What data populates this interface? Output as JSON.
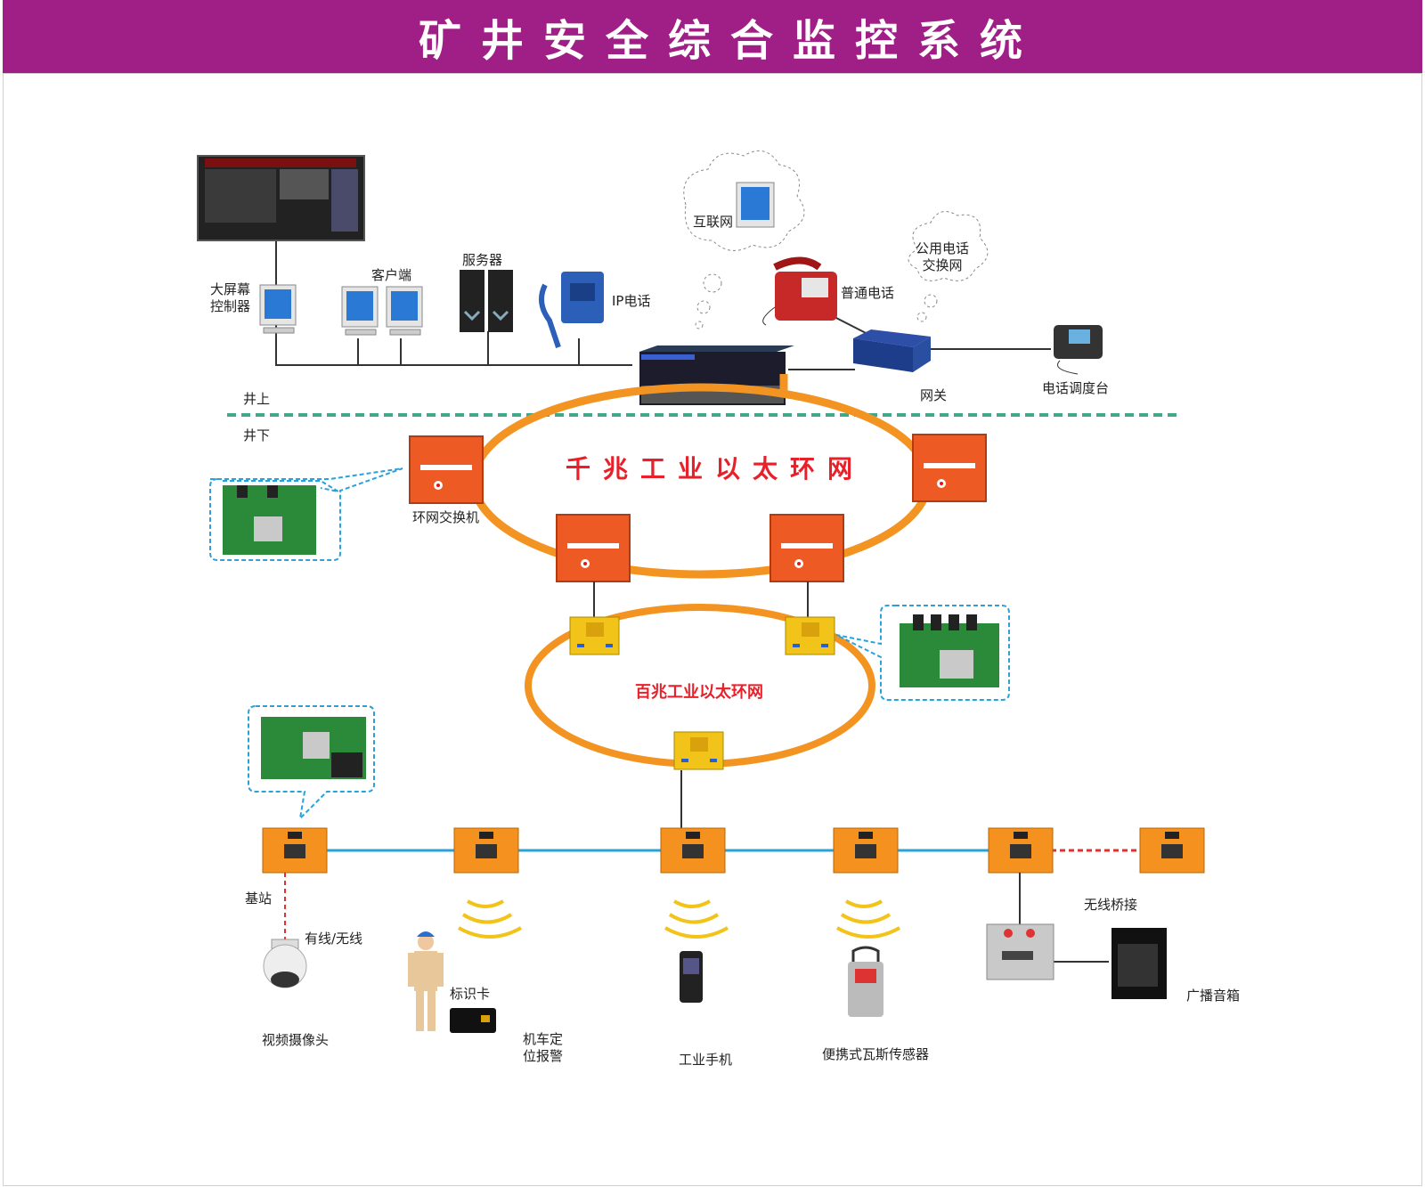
{
  "header": {
    "title": "矿井安全综合监控系统",
    "bg_color": "#a01f86"
  },
  "labels": {
    "big_screen_controller": "大屏幕\n控制器",
    "client": "客户端",
    "server": "服务器",
    "ip_phone": "IP电话",
    "internet": "互联网",
    "pstn": "公用电话\n交换网",
    "normal_phone": "普通电话",
    "gateway": "网关",
    "dispatch_console": "电话调度台",
    "above_ground": "井上",
    "underground": "井下",
    "gigabit_ring": "千兆工业以太环网",
    "ring_switch": "环网交换机",
    "fast_ring": "百兆工业以太环网",
    "base_station": "基站",
    "wired_wireless": "有线/无线",
    "video_camera": "视频摄像头",
    "id_card": "标识卡",
    "vehicle_alarm": "机车定\n位报警",
    "industrial_phone": "工业手机",
    "gas_sensor": "便携式瓦斯传感器",
    "wireless_bridge": "无线桥接",
    "broadcast_speaker": "广播音箱"
  },
  "colors": {
    "orange_ring": "#f39422",
    "device_orange": "#ee5a23",
    "device_yellow": "#f2c318",
    "base_orange": "#f5921f",
    "divider": "#3fa98a",
    "blue_line": "#2aa1d8",
    "red_dash": "#e03030"
  }
}
